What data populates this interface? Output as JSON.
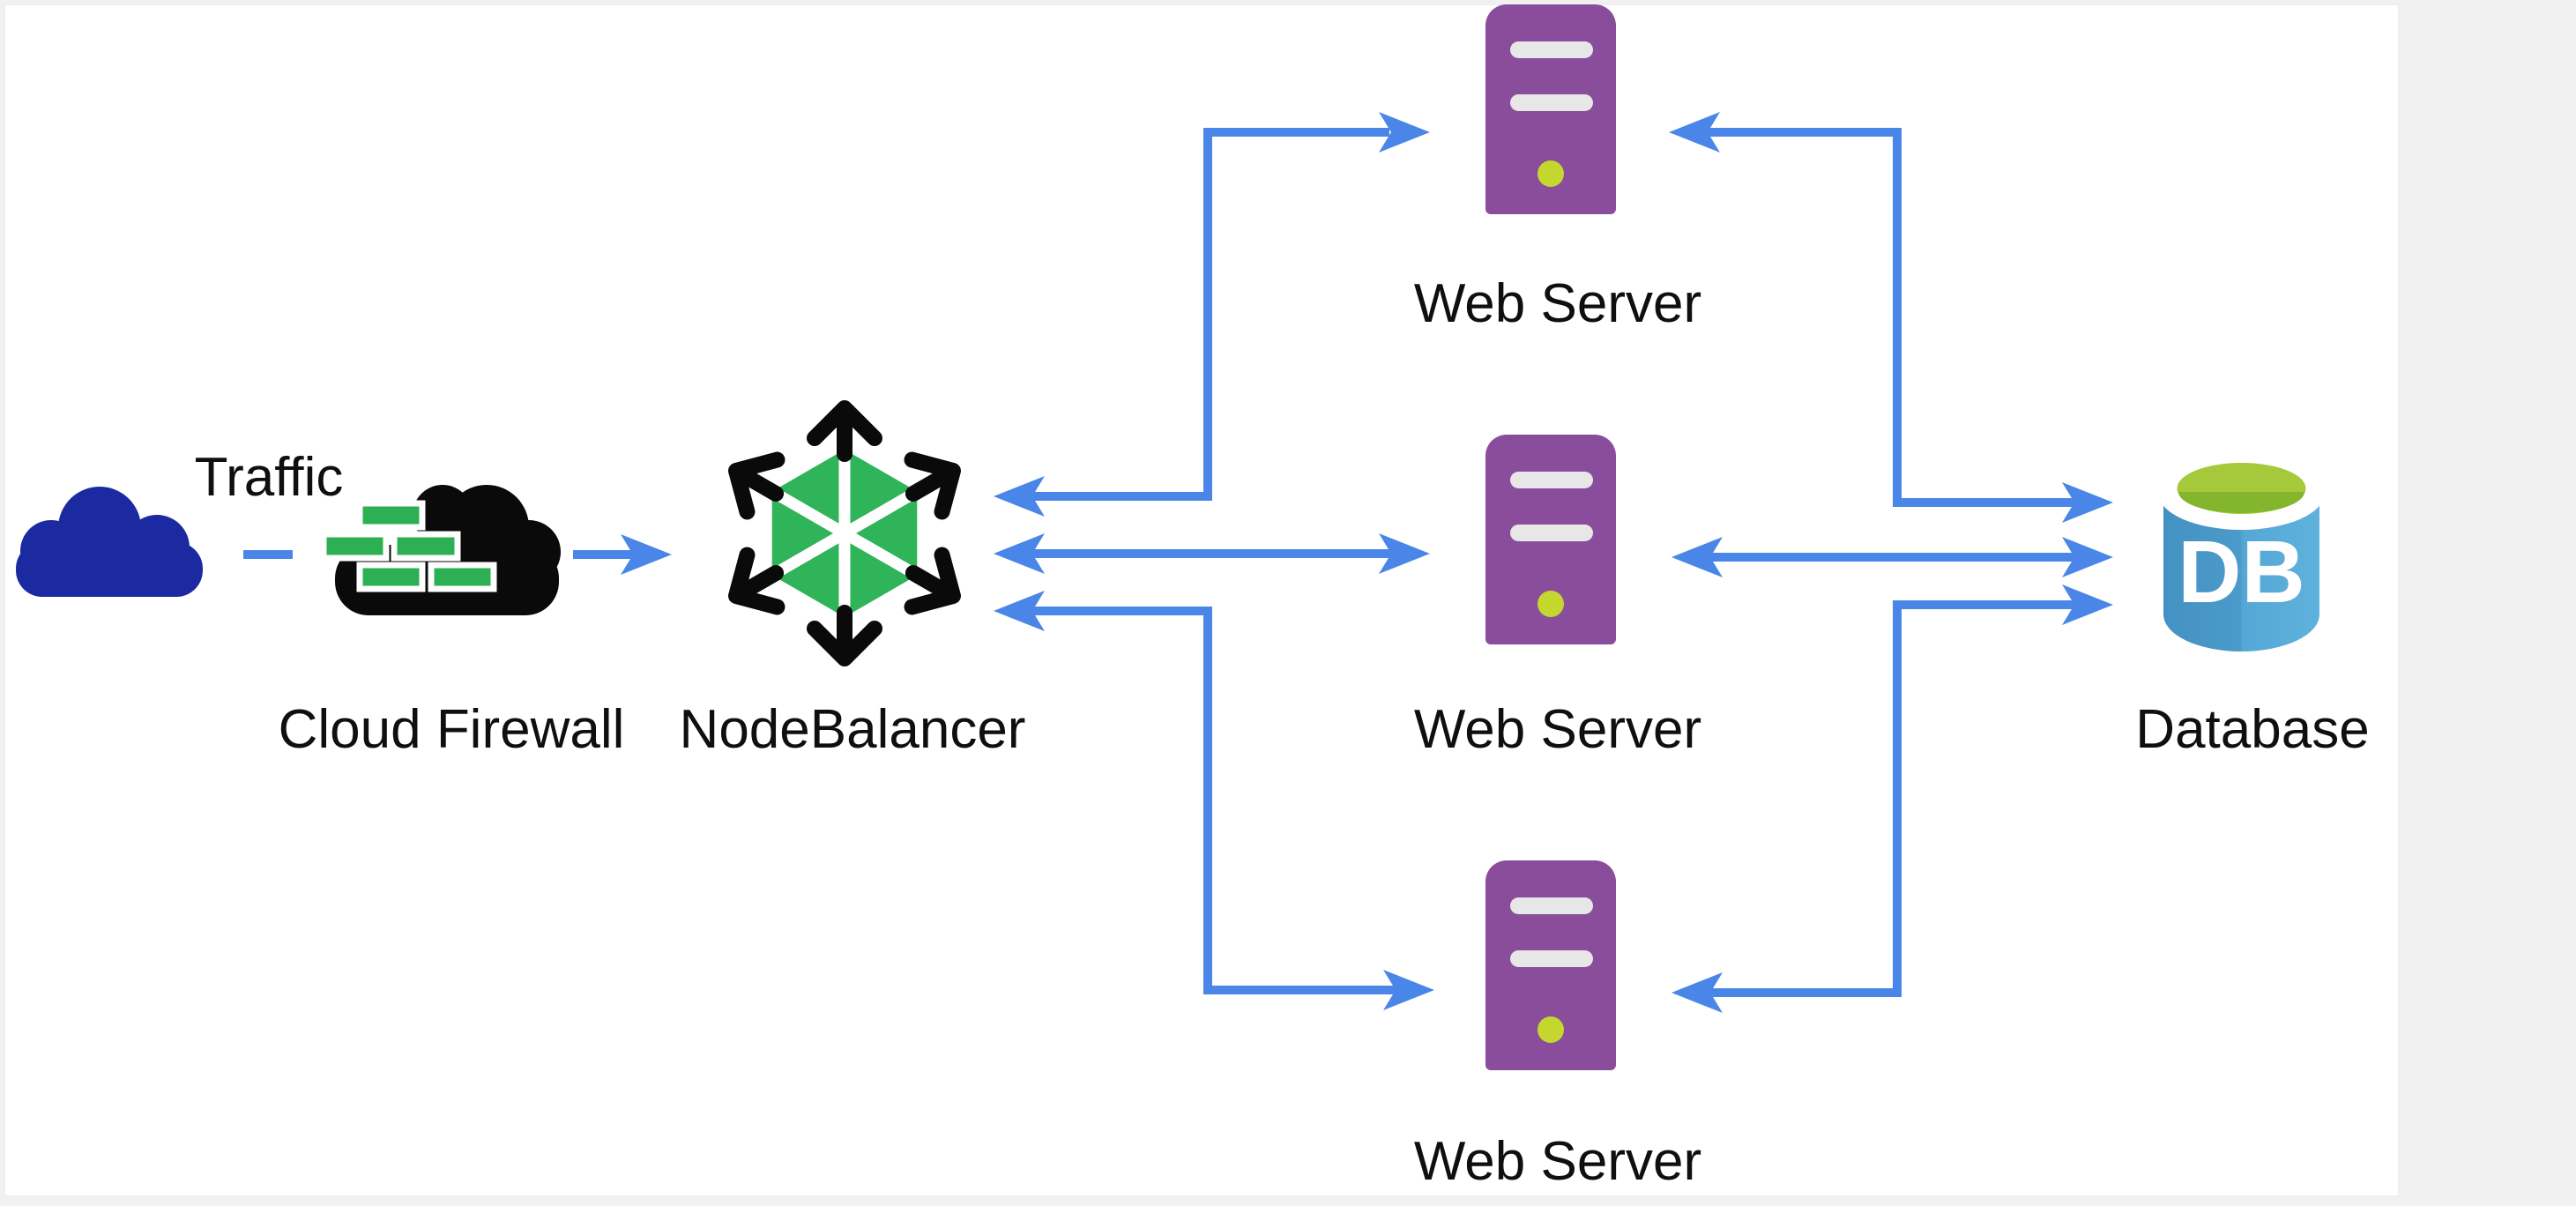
{
  "diagram": {
    "nodes": [
      {
        "id": "traffic",
        "label": "Traffic",
        "type": "cloud"
      },
      {
        "id": "cloud-firewall",
        "label": "Cloud Firewall",
        "type": "firewall"
      },
      {
        "id": "nodebalancer",
        "label": "NodeBalancer",
        "type": "load-balancer"
      },
      {
        "id": "web-server-1",
        "label": "Web Server",
        "type": "server"
      },
      {
        "id": "web-server-2",
        "label": "Web Server",
        "type": "server"
      },
      {
        "id": "web-server-3",
        "label": "Web Server",
        "type": "server"
      },
      {
        "id": "database",
        "label": "Database",
        "type": "database"
      }
    ],
    "database_icon_text": "DB",
    "edges": [
      {
        "from": "traffic",
        "to": "cloud-firewall",
        "style": "dashed",
        "arrows": "none"
      },
      {
        "from": "cloud-firewall",
        "to": "nodebalancer",
        "style": "solid",
        "arrows": "forward"
      },
      {
        "from": "nodebalancer",
        "to": "web-server-1",
        "style": "solid",
        "arrows": "both"
      },
      {
        "from": "nodebalancer",
        "to": "web-server-2",
        "style": "solid",
        "arrows": "both"
      },
      {
        "from": "nodebalancer",
        "to": "web-server-3",
        "style": "solid",
        "arrows": "both"
      },
      {
        "from": "web-server-1",
        "to": "database",
        "style": "solid",
        "arrows": "both"
      },
      {
        "from": "web-server-2",
        "to": "database",
        "style": "solid",
        "arrows": "both"
      },
      {
        "from": "web-server-3",
        "to": "database",
        "style": "solid",
        "arrows": "both"
      }
    ]
  },
  "colors": {
    "page_bg": "#f1f1f2",
    "canvas_bg": "#ffffff",
    "label_color": "#0f0f0f",
    "arrow_blue": "#4a86e8",
    "traffic_navy": "#1b2aa0",
    "firewall_black": "#0a0a0a",
    "brick_green": "#2cb053",
    "balancer_green": "#2fb45a",
    "server_purple": "#8a4d9c",
    "server_slot": "#e7e7e7",
    "server_led": "#c4d72f",
    "db_body_left": "#4492c3",
    "db_body_right": "#5fb1dd",
    "db_top_green": "#a5c93a",
    "db_top_green_dark": "#83b52d"
  }
}
